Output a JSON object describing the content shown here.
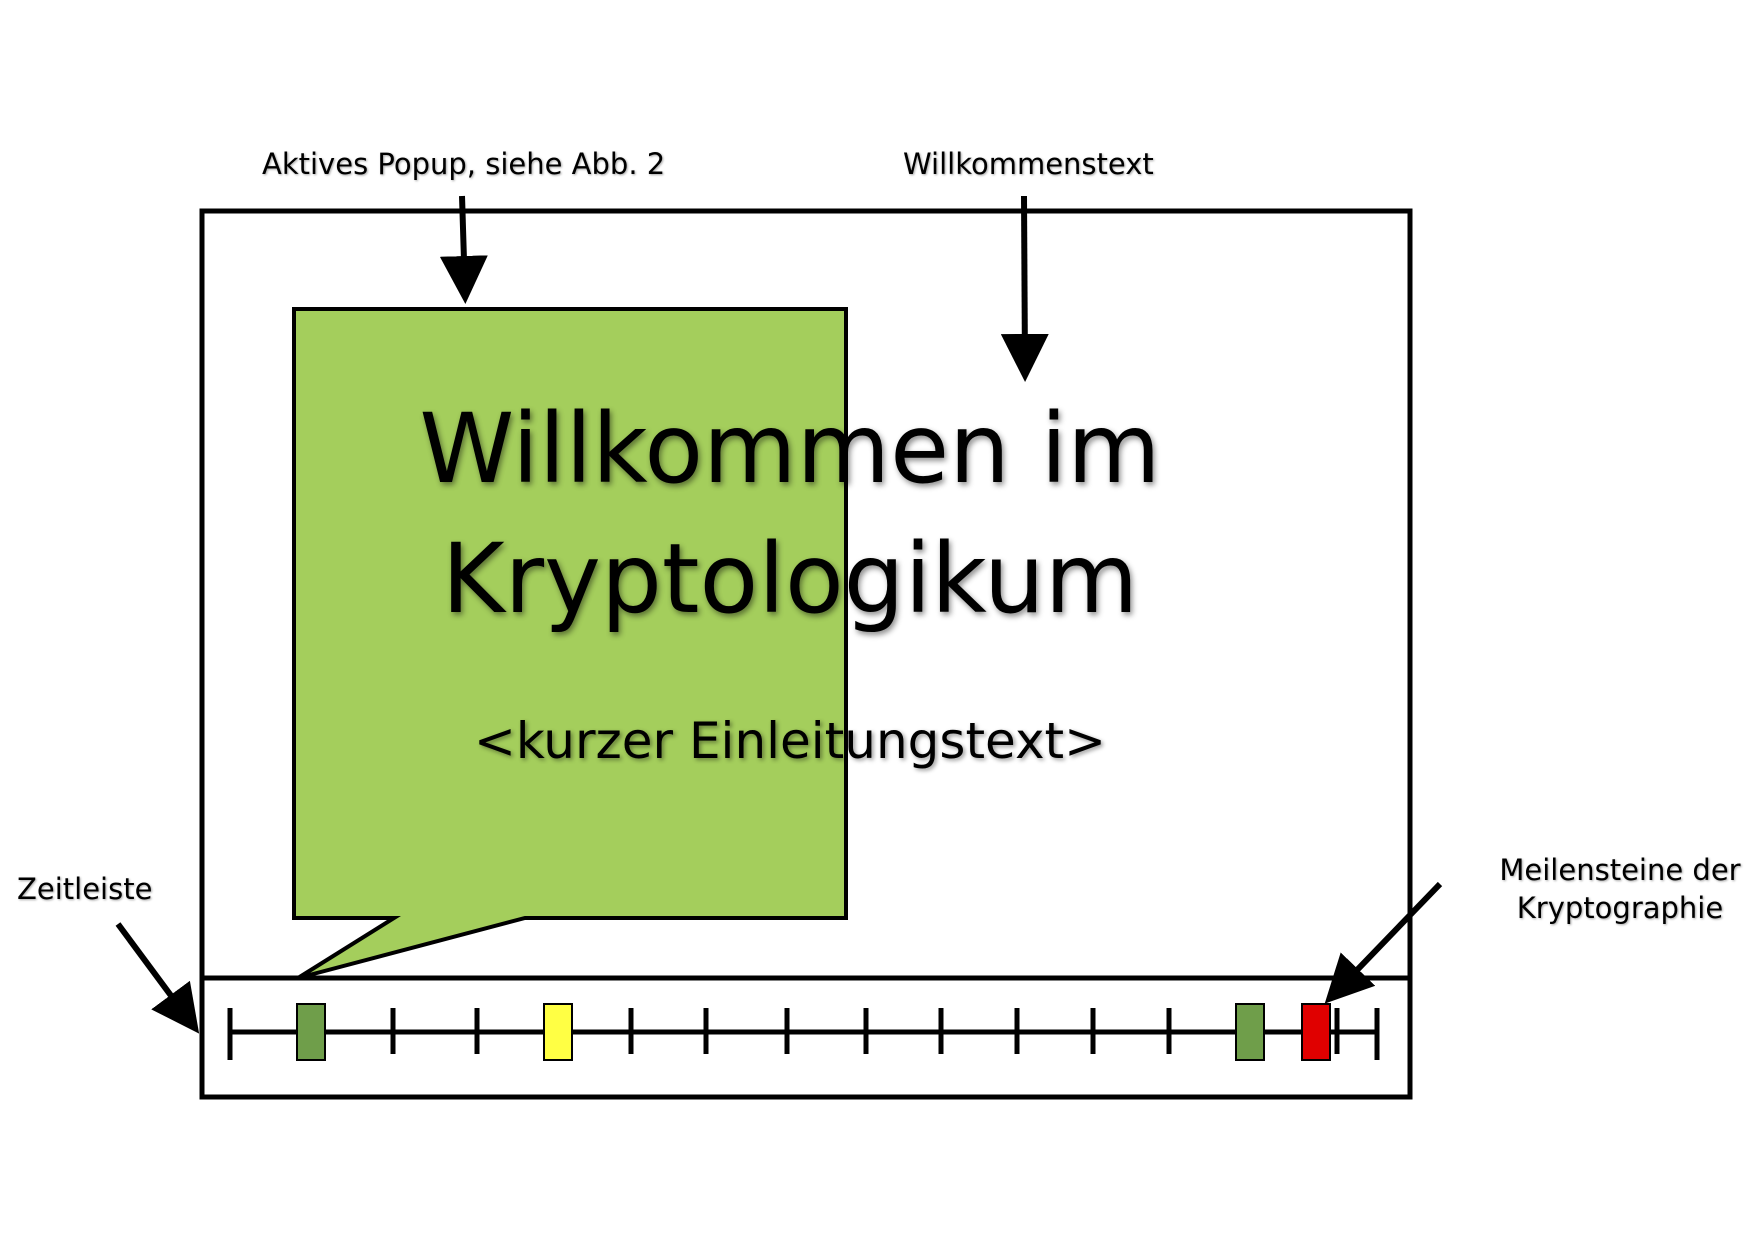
{
  "annotations": {
    "active_popup": "Aktives Popup, siehe Abb. 2",
    "welcome_text": "Willkommenstext",
    "timeline": "Zeitleiste",
    "milestones_line1": "Meilensteine der",
    "milestones_line2": "Kryptographie"
  },
  "welcome": {
    "title_line1": "Willkommen im",
    "title_line2": "Kryptologikum",
    "intro": "<kurzer Einleitungstext>"
  },
  "colors": {
    "popup_fill": "#a4ce5c",
    "milestone_green": "#6f9e4a",
    "milestone_yellow": "#ffff44",
    "milestone_red": "#e00000",
    "stroke": "#000000"
  },
  "timeline": {
    "tick_count": 16,
    "milestones": [
      {
        "color": "milestone_green"
      },
      {
        "color": "milestone_yellow"
      },
      {
        "color": "milestone_green"
      },
      {
        "color": "milestone_red"
      }
    ]
  }
}
